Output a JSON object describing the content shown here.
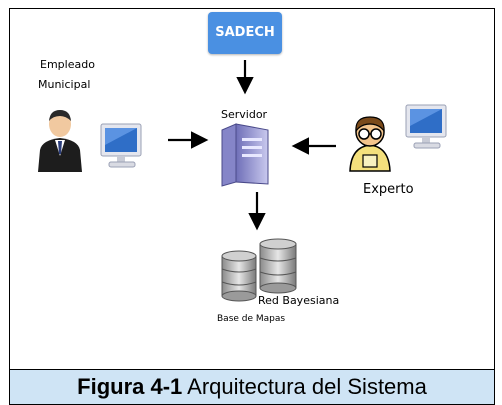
{
  "diagram": {
    "top_node": "SADECH",
    "server_label": "Servidor",
    "left_actor_line1": "Empleado",
    "left_actor_line2": "Municipal",
    "right_actor": "Experto",
    "db_bayes": "Red Bayesiana",
    "db_maps": "Base de Mapas"
  },
  "caption": {
    "prefix": "Figura 4-1",
    "text": " Arquitectura del Sistema"
  }
}
